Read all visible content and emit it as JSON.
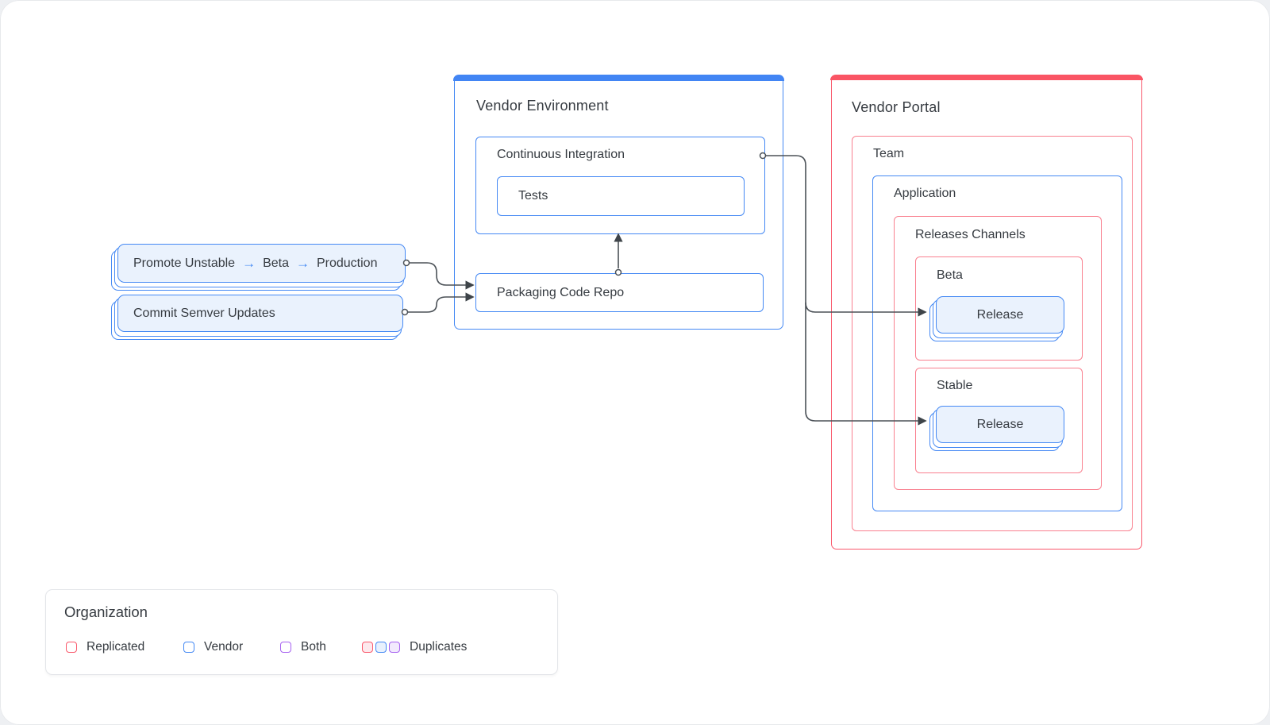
{
  "vendor_environment": {
    "title": "Vendor Environment",
    "continuous_integration": {
      "title": "Continuous Integration",
      "tests": {
        "title": "Tests"
      }
    },
    "packaging_code_repo": {
      "title": "Packaging Code Repo"
    }
  },
  "left_cards": {
    "promote": {
      "segments": [
        "Promote Unstable",
        "Beta",
        "Production"
      ],
      "arrow": "→"
    },
    "commit": {
      "label": "Commit Semver Updates"
    }
  },
  "vendor_portal": {
    "title": "Vendor Portal",
    "team": {
      "title": "Team",
      "application": {
        "title": "Application",
        "releases_channels": {
          "title": "Releases Channels",
          "beta": {
            "title": "Beta",
            "release": "Release"
          },
          "stable": {
            "title": "Stable",
            "release": "Release"
          }
        }
      }
    }
  },
  "legend": {
    "title": "Organization",
    "items": [
      {
        "label": "Replicated",
        "swatch_border": "#F9586B",
        "swatch_fill": "#FFFFFF"
      },
      {
        "label": "Vendor",
        "swatch_border": "#4589F4",
        "swatch_fill": "#FFFFFF"
      },
      {
        "label": "Both",
        "swatch_border": "#A661F0",
        "swatch_fill": "#FFFFFF"
      },
      {
        "label": "Duplicates",
        "swatches": [
          {
            "border": "#F9586B",
            "fill": "#FDE9ED"
          },
          {
            "border": "#4589F4",
            "fill": "#E8F1FD"
          },
          {
            "border": "#A661F0",
            "fill": "#F2EAFD"
          }
        ]
      }
    ]
  },
  "colors": {
    "vendor_blue": "#4589F4",
    "vendor_blue_fill": "#EAF2FD",
    "replicated_red": "#FA5564",
    "replicated_pink_border": "#F9808F",
    "both_purple": "#A661F0",
    "connector_gray": "#4B5157",
    "text_dark": "#363B41"
  }
}
